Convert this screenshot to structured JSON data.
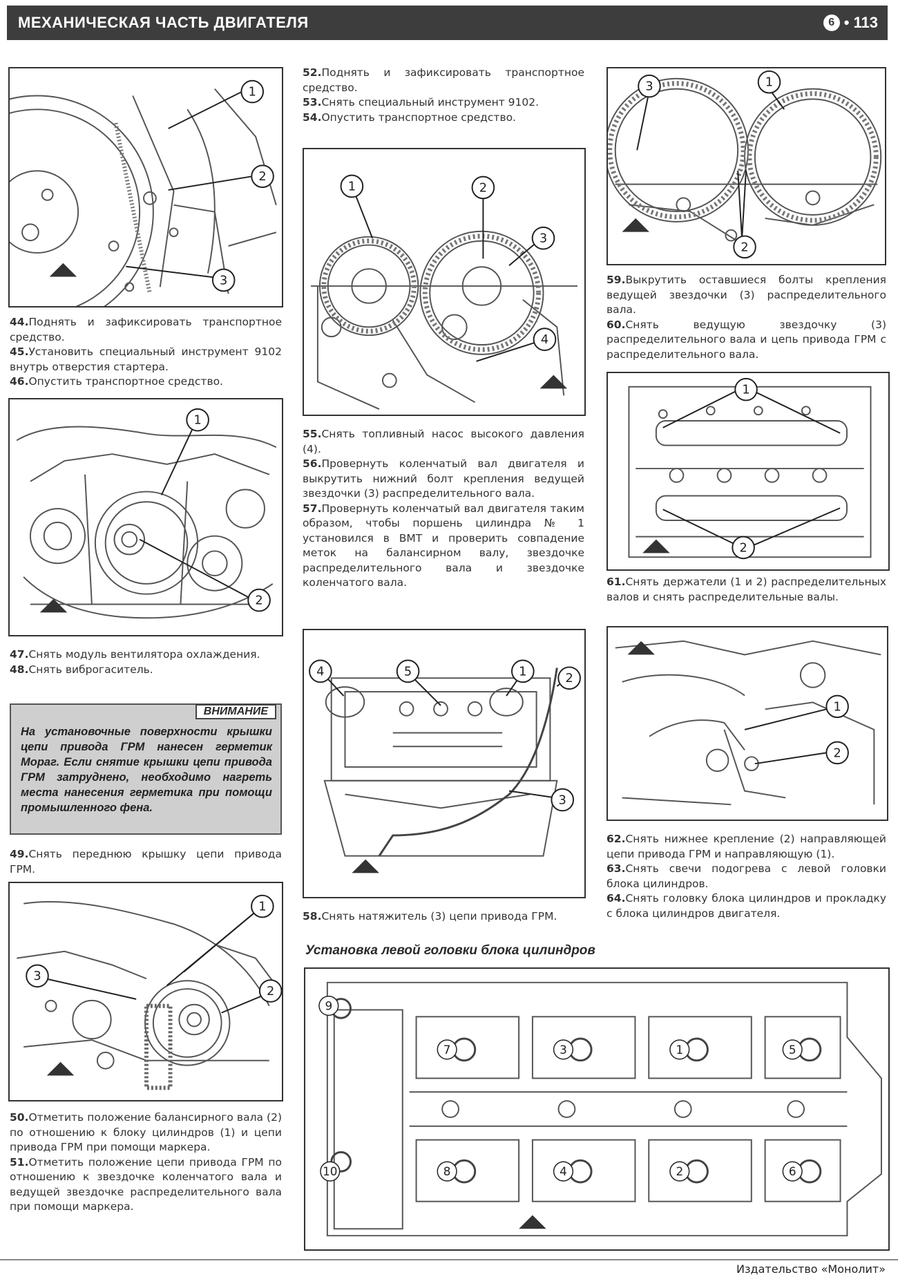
{
  "header": {
    "section_title": "МЕХАНИЧЕСКАЯ ЧАСТЬ ДВИГАТЕЛЯ",
    "chapter_badge": "6",
    "page_number": "• 113"
  },
  "figure_callouts": {
    "fig1": [
      "1",
      "2",
      "3"
    ],
    "fig2": [
      "1",
      "2"
    ],
    "fig3": [
      "1",
      "2",
      "3"
    ],
    "fig4": [
      "1",
      "2",
      "3",
      "4"
    ],
    "fig5": [
      "4",
      "5",
      "1",
      "2",
      "3"
    ],
    "fig6": [
      "3",
      "1",
      "2"
    ],
    "fig7": [
      "1",
      "2"
    ],
    "fig8": [
      "1",
      "2"
    ],
    "fig9": [
      "9",
      "7",
      "3",
      "1",
      "5",
      "10",
      "8",
      "4",
      "2",
      "6"
    ]
  },
  "col1": {
    "s44_46": [
      {
        "n": "44.",
        "t": "Поднять и зафиксировать транспортное средство."
      },
      {
        "n": "45.",
        "t": "Установить специальный инструмент 9102 внутрь отверстия стартера."
      },
      {
        "n": "46.",
        "t": "Опустить транспортное средство."
      }
    ],
    "s47_48": [
      {
        "n": "47.",
        "t": "Снять модуль вентилятора охлаждения."
      },
      {
        "n": "48.",
        "t": "Снять виброгаситель."
      }
    ],
    "s49": [
      {
        "n": "49.",
        "t": "Снять переднюю крышку цепи привода ГРМ."
      }
    ],
    "s50_51": [
      {
        "n": "50.",
        "t": "Отметить положение балансирного вала (2) по отношению к блоку цилиндров (1) и цепи привода ГРМ при помощи маркера."
      },
      {
        "n": "51.",
        "t": "Отметить положение цепи привода ГРМ по отношению к звездочке коленчатого вала и ведущей звездочке распределительного вала при помощи маркера."
      }
    ]
  },
  "warning": {
    "label": "ВНИМАНИЕ",
    "body": "На установочные поверхности крышки цепи привода ГРМ нанесен герметик Мораг. Если снятие крышки цепи привода ГРМ затруднено, необходимо нагреть места нанесения герметика при помощи промышленного фена."
  },
  "col2": {
    "s52_54": [
      {
        "n": "52.",
        "t": "Поднять и зафиксировать транспортное средство."
      },
      {
        "n": "53.",
        "t": "Снять специальный инструмент 9102."
      },
      {
        "n": "54.",
        "t": "Опустить транспортное средство."
      }
    ],
    "s55_57": [
      {
        "n": "55.",
        "t": "Снять топливный насос высокого давления (4)."
      },
      {
        "n": "56.",
        "t": "Провернуть коленчатый вал двигателя и выкрутить нижний болт крепления ведущей звездочки (3) распределительного вала."
      },
      {
        "n": "57.",
        "t": "Провернуть коленчатый вал двигателя таким образом, чтобы поршень цилиндра № 1 установился в ВМТ и проверить совпадение меток на балансирном валу, звездочке распределительного вала и звездочке коленчатого вала."
      }
    ],
    "s58": [
      {
        "n": "58.",
        "t": "Снять натяжитель (3) цепи привода ГРМ."
      }
    ]
  },
  "col3": {
    "s59_60": [
      {
        "n": "59.",
        "t": "Выкрутить оставшиеся болты крепления ведущей звездочки (3) распределительного вала."
      },
      {
        "n": "60.",
        "t": "Снять ведущую звездочку (3) распределительного вала и цепь привода ГРМ с распределительного вала."
      }
    ],
    "s61": [
      {
        "n": "61.",
        "t": "Снять держатели (1 и 2) распределительных валов и снять распределительные валы."
      }
    ],
    "s62_64": [
      {
        "n": "62.",
        "t": "Снять нижнее крепление (2) направляющей цепи привода ГРМ и направляющую (1)."
      },
      {
        "n": "63.",
        "t": "Снять свечи подогрева с левой головки блока цилиндров."
      },
      {
        "n": "64.",
        "t": "Снять головку блока цилиндров и прокладку с блока цилиндров двигателя."
      }
    ]
  },
  "subtitle": "Установка левой головки блока цилиндров",
  "footer": {
    "publisher": "Издательство «Монолит»"
  }
}
